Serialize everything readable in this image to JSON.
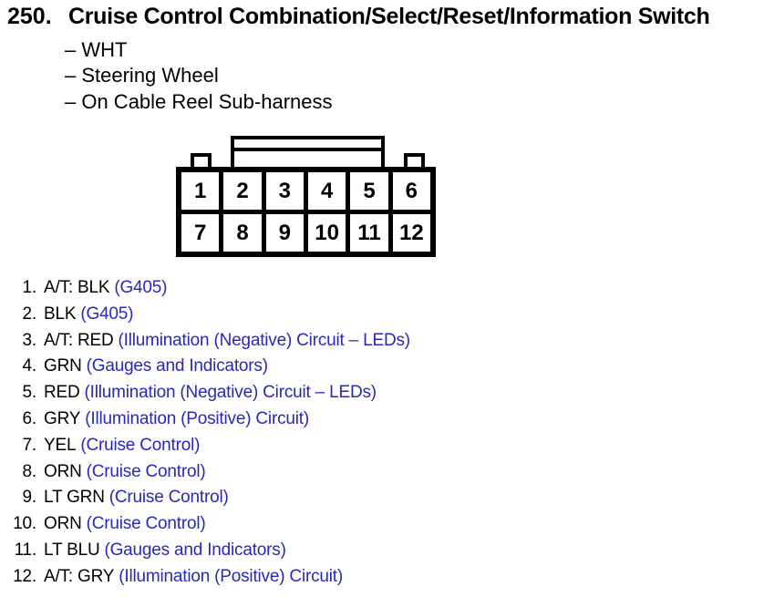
{
  "header": {
    "number": "250.",
    "title": "Cruise Control Combination/Select/Reset/Information Switch",
    "subitems": [
      {
        "label": "– WHT"
      },
      {
        "label": "– Steering Wheel"
      },
      {
        "label": "– On Cable Reel Sub-harness"
      }
    ]
  },
  "connector": {
    "pins_top": [
      "1",
      "2",
      "3",
      "4",
      "5",
      "6"
    ],
    "pins_bottom": [
      "7",
      "8",
      "9",
      "10",
      "11",
      "12"
    ]
  },
  "pin_list": [
    {
      "num": "1.",
      "wire": "A/T: BLK",
      "circuit": "(G405)"
    },
    {
      "num": "2.",
      "wire": "BLK",
      "circuit": "(G405)"
    },
    {
      "num": "3.",
      "wire": "A/T: RED",
      "circuit": "(Illumination (Negative) Circuit – LEDs)"
    },
    {
      "num": "4.",
      "wire": "GRN",
      "circuit": "(Gauges and Indicators)"
    },
    {
      "num": "5.",
      "wire": "RED",
      "circuit": "(Illumination (Negative) Circuit – LEDs)"
    },
    {
      "num": "6.",
      "wire": "GRY",
      "circuit": "(Illumination (Positive) Circuit)"
    },
    {
      "num": "7.",
      "wire": "YEL",
      "circuit": "(Cruise Control)"
    },
    {
      "num": "8.",
      "wire": "ORN",
      "circuit": "(Cruise Control)"
    },
    {
      "num": "9.",
      "wire": "LT GRN",
      "circuit": "(Cruise Control)"
    },
    {
      "num": "10.",
      "wire": "ORN",
      "circuit": "(Cruise Control)"
    },
    {
      "num": "11.",
      "wire": "LT BLU",
      "circuit": "(Gauges and Indicators)"
    },
    {
      "num": "12.",
      "wire": "A/T: GRY",
      "circuit": "(Illumination (Positive) Circuit)"
    }
  ],
  "colors": {
    "ink": "#000000",
    "circuit_text": "#2828bc",
    "background": "#ffffff"
  }
}
